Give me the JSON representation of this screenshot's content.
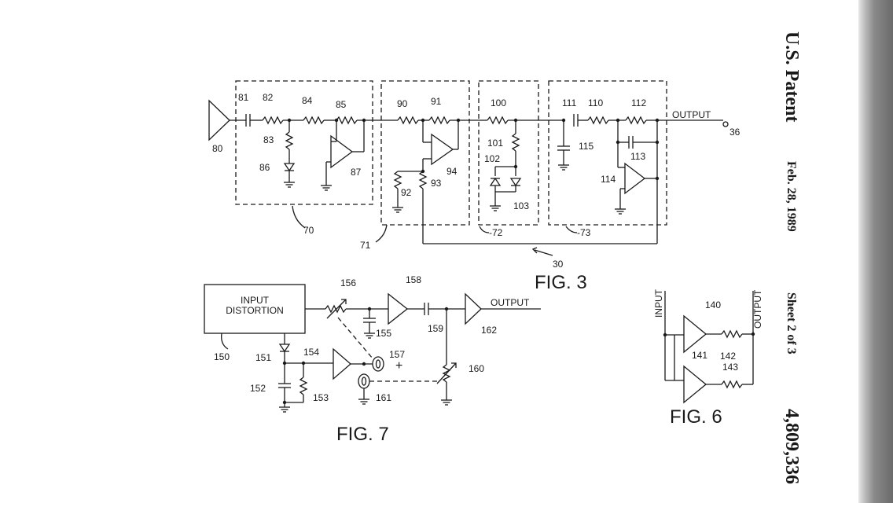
{
  "header": {
    "patent": "U.S. Patent",
    "date": "Feb. 28, 1989",
    "sheet": "Sheet 2 of 3",
    "number": "4,809,336"
  },
  "fig3": {
    "caption": "FIG. 3",
    "output_label": "OUTPUT",
    "refs": {
      "r80": "80",
      "r81": "81",
      "r82": "82",
      "r83": "83",
      "r84": "84",
      "r85": "85",
      "r86": "86",
      "r87": "87",
      "r90": "90",
      "r91": "91",
      "r92": "92",
      "r93": "93",
      "r94": "94",
      "r100": "100",
      "r101": "101",
      "r102": "102",
      "r103": "103",
      "r111": "111",
      "r110": "110",
      "r112": "112",
      "r113": "113",
      "r114": "114",
      "r115": "115",
      "r36": "36",
      "r70": "70",
      "r71": "71",
      "r72": "-72",
      "r73": "-73",
      "r30": "30"
    }
  },
  "fig6": {
    "caption": "FIG. 6",
    "input_label": "INPUT",
    "output_label": "OUTPUT",
    "refs": {
      "r140": "140",
      "r141": "141",
      "r142": "142",
      "r143": "143"
    }
  },
  "fig7": {
    "caption": "FIG. 7",
    "box_line1": "INPUT",
    "box_line2": "DISTORTION",
    "output_label": "OUTPUT",
    "plus": "+",
    "refs": {
      "r150": "150",
      "r151": "151",
      "r152": "152",
      "r153": "153",
      "r154": "154",
      "r155": "155",
      "r156": "156",
      "r157": "157",
      "r158": "158",
      "r159": "159",
      "r160": "160",
      "r161": "161",
      "r162": "162"
    }
  }
}
